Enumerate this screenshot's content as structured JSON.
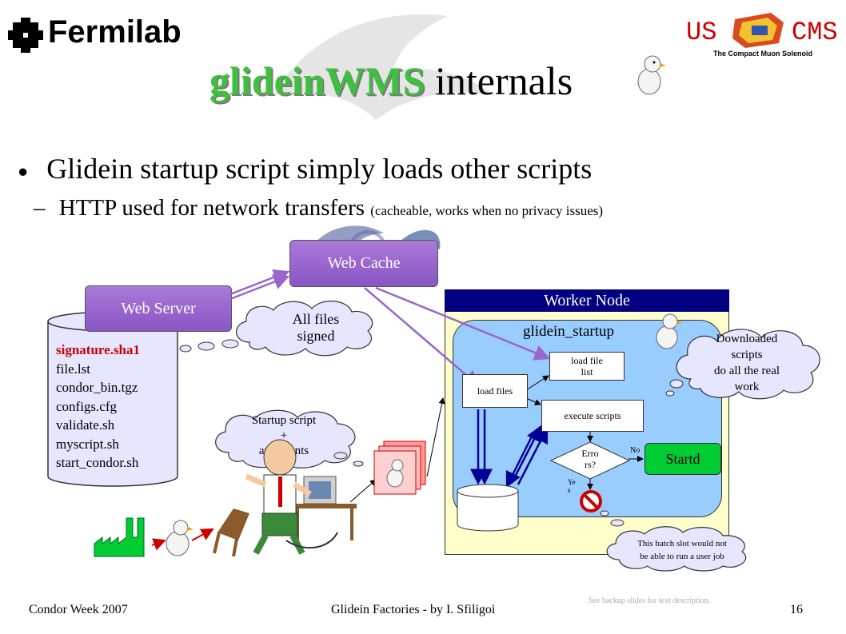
{
  "header": {
    "left_logo_text": "Fermilab",
    "right_logo_us": "US",
    "right_logo_cms": "CMS",
    "right_logo_sub": "The Compact Muon Solenoid"
  },
  "title": {
    "part1": "glideinWMS",
    "part2": "internals"
  },
  "bullets": {
    "main": "Glidein startup script simply loads other scripts",
    "sub_dash": "–",
    "sub": "HTTP used for network transfers",
    "sub_paren": "(cacheable, works when no privacy issues)",
    "marker": "●"
  },
  "diagram": {
    "web_cache": "Web Cache",
    "web_server": "Web Server",
    "all_files_signed_1": "All files",
    "all_files_signed_2": "signed",
    "files": [
      "signature.sha1",
      "file.lst",
      "condor_bin.tgz",
      "configs.cfg",
      "validate.sh",
      "myscript.sh",
      "start_condor.sh"
    ],
    "startup_cloud_1": "Startup script",
    "startup_cloud_2": "+",
    "startup_cloud_3": "arguments",
    "worker_node": "Worker Node",
    "glidein_startup": "glidein_startup",
    "load_file_list_1": "load file",
    "load_file_list_2": "list",
    "load_files": "load files",
    "execute_scripts": "execute scripts",
    "errors_1": "Erro",
    "errors_2": "rs?",
    "no": "No",
    "yes_1": "Ye",
    "yes_2": "s",
    "startd": "Startd",
    "downloaded_1": "Downloaded",
    "downloaded_2": "scripts",
    "downloaded_3": "do all the real",
    "downloaded_4": "work",
    "batch_1": "This batch slot would not",
    "batch_2": "be able to run a user job"
  },
  "footer": {
    "left": "Condor Week 2007",
    "center": "Glidein Factories - by I. Sfiligoi",
    "right": "16",
    "note": "See backup slides for text description."
  },
  "colors": {
    "accent_green": "#3fbf3f",
    "button_purple": "#9966cc",
    "worker_head": "#000080",
    "worker_bg": "#ffffcc",
    "glidein_bg": "#99ccff",
    "startd_green": "#00cc33",
    "files_red": "#cc0000",
    "cms_red": "#cc0000"
  }
}
